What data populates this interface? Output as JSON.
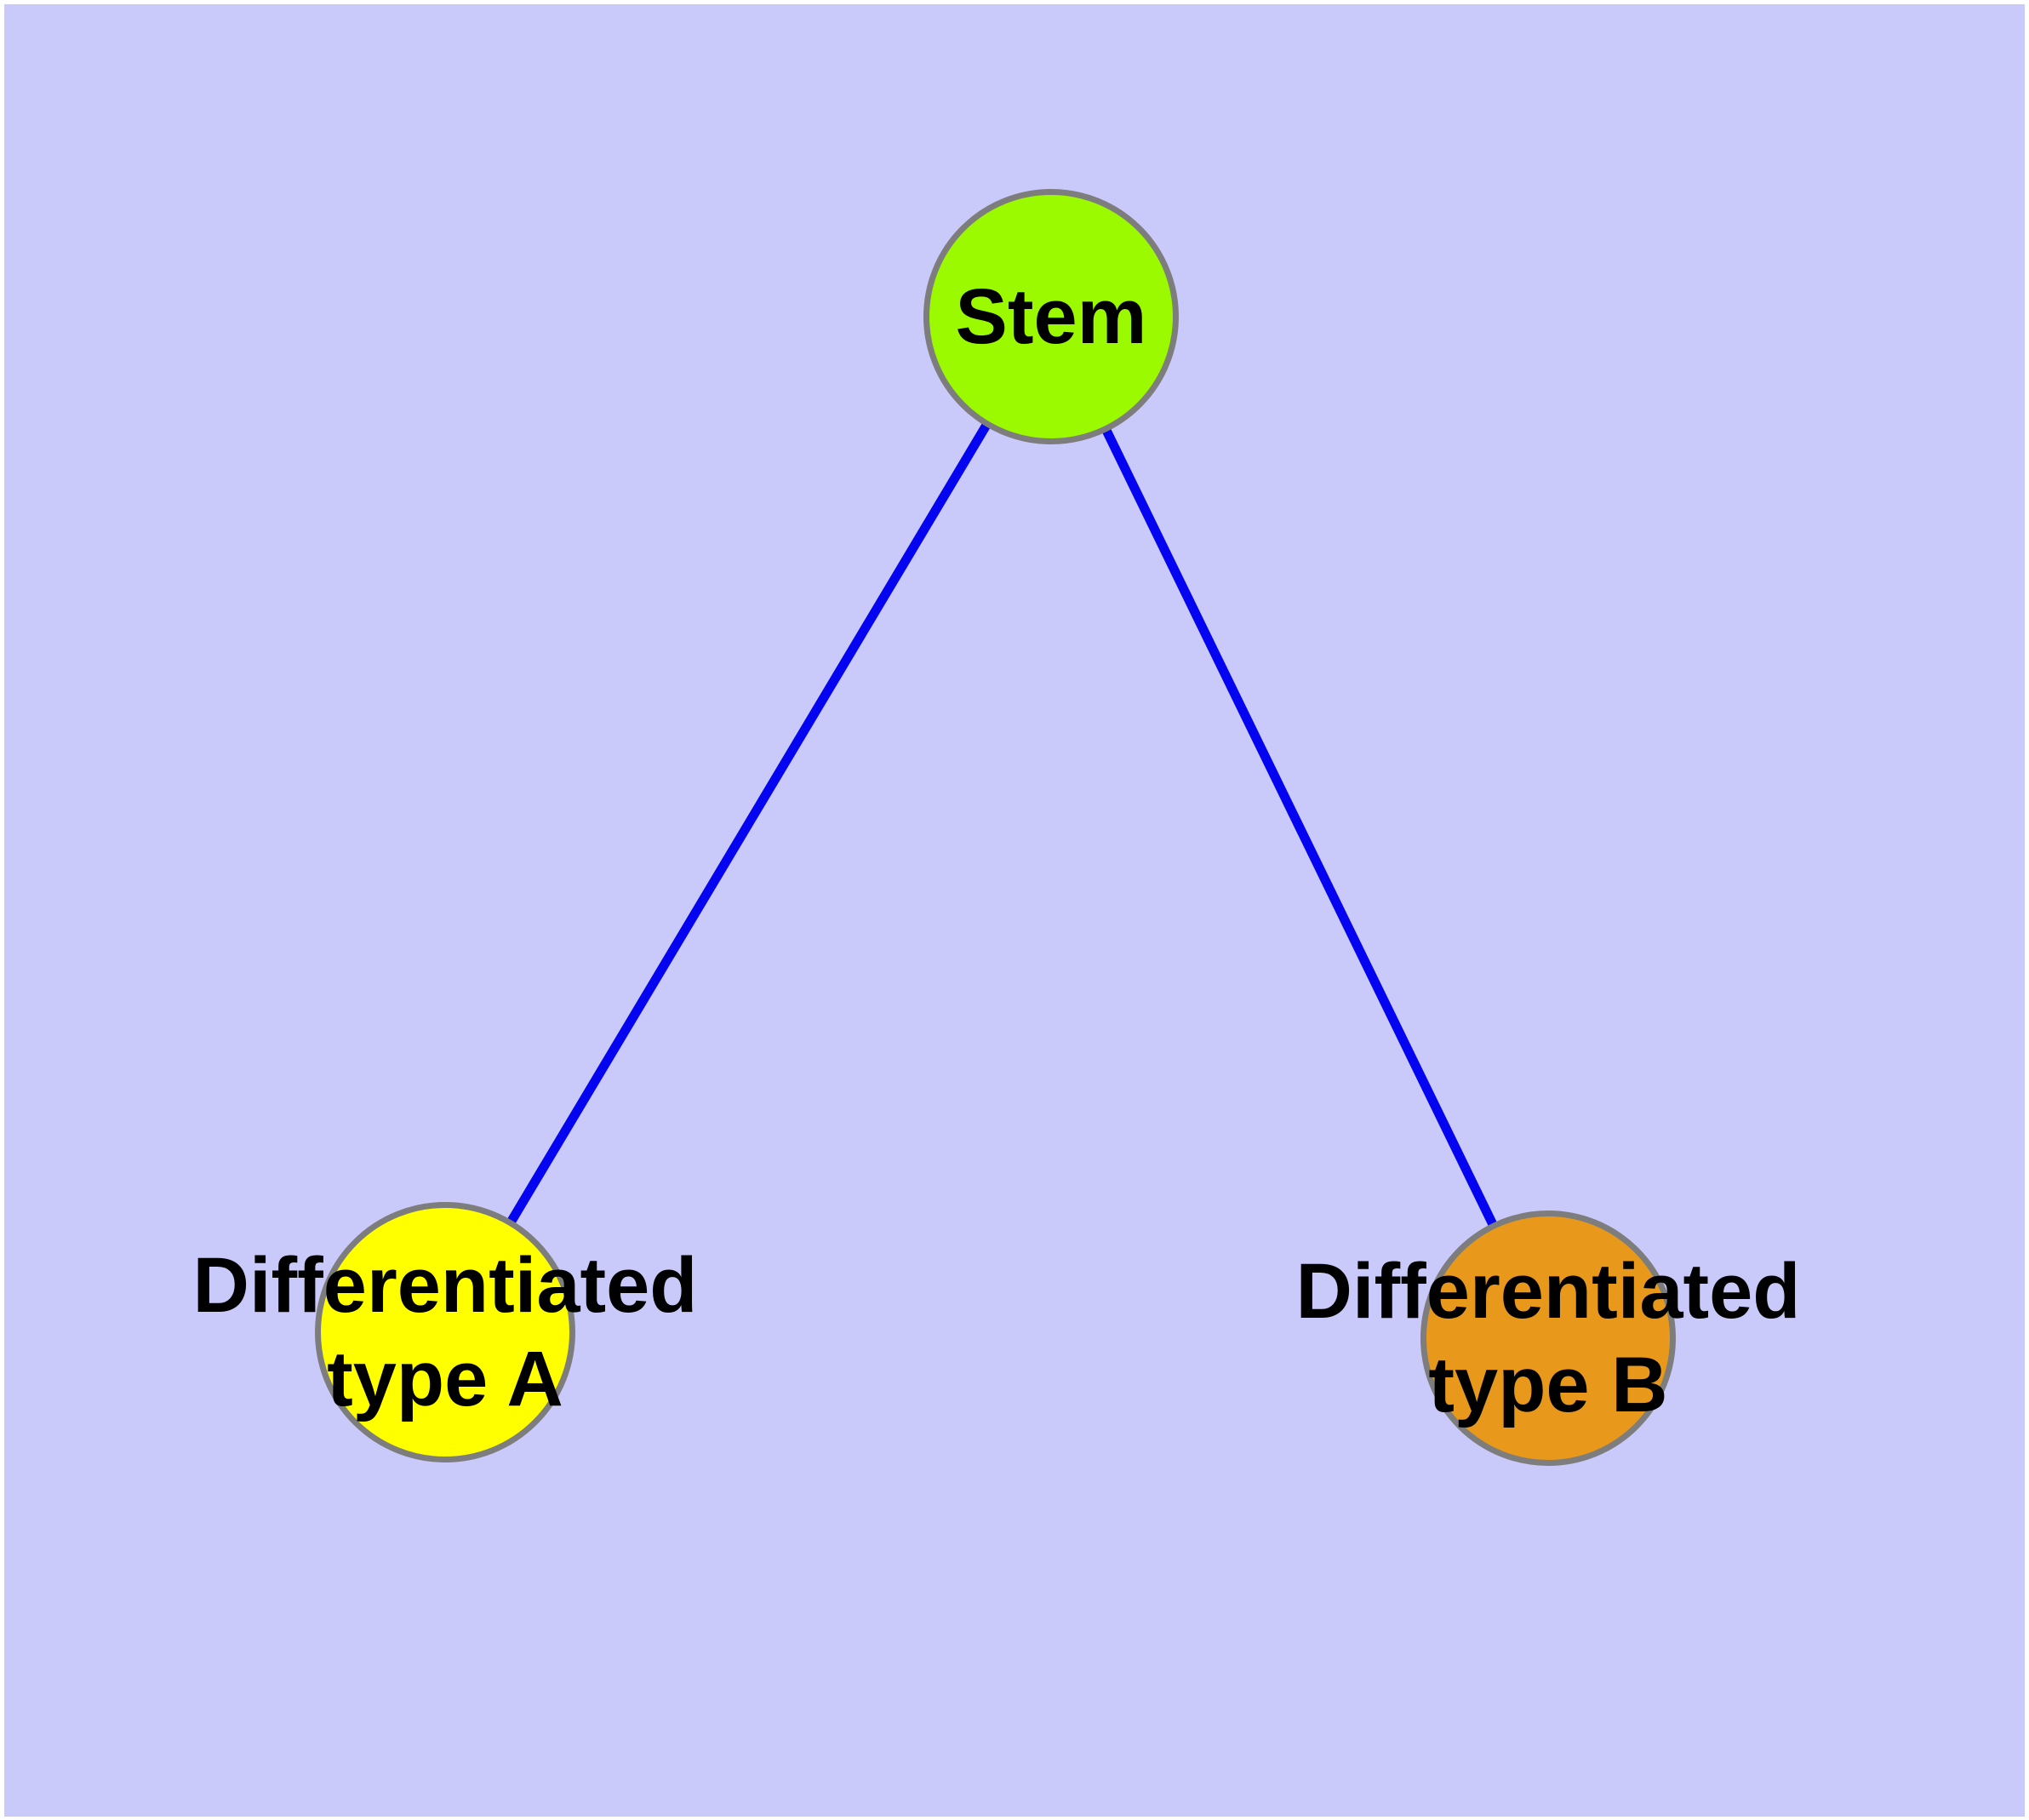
{
  "diagram": {
    "canvas": {
      "background_color": "#C9C9FA",
      "page_edge_color": "#FFFFFF"
    },
    "node_border_color": "#7D7D7D",
    "label_text_color": "#000000",
    "nodes": [
      {
        "id": "stem",
        "label_line1": "Stem",
        "label_line2": "",
        "fill": "#9CFA00"
      },
      {
        "id": "diff-a",
        "label_line1": "Differentiated",
        "label_line2": "type A",
        "fill": "#FFFF00"
      },
      {
        "id": "diff-b",
        "label_line1": "Differentiated",
        "label_line2": "type B",
        "fill": "#E8991C"
      }
    ],
    "edges": [
      {
        "from": "Stem",
        "to": "Differentiated type A",
        "color": "#0404F0"
      },
      {
        "from": "Stem",
        "to": "Differentiated type B",
        "color": "#0404F0"
      }
    ]
  }
}
